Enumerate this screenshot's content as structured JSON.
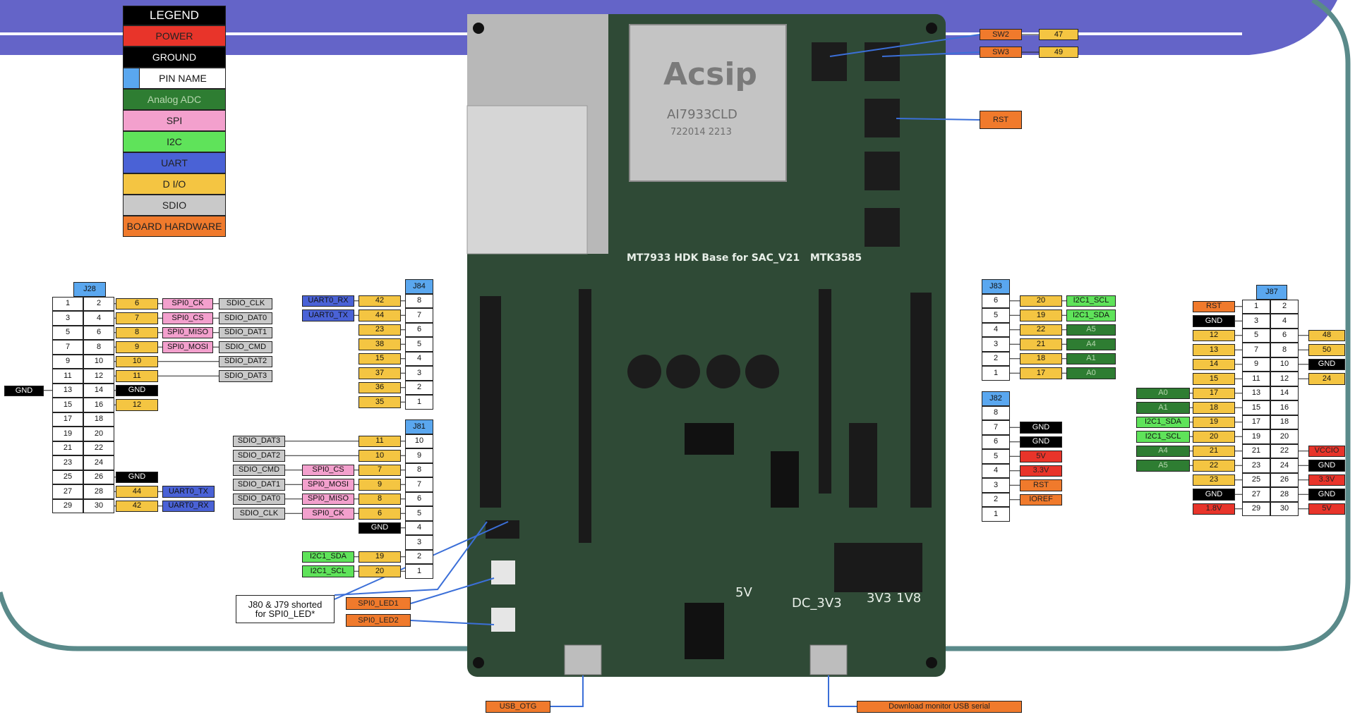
{
  "legend": {
    "title": "LEGEND",
    "items": [
      {
        "label": "POWER",
        "bg": "#e8342a",
        "fg": "#222222"
      },
      {
        "label": "GROUND",
        "bg": "#000000",
        "fg": "#ffffff"
      },
      {
        "label": "PIN NAME",
        "bg": "#ffffff",
        "fg": "#111111",
        "swatch": "#5aa7ef"
      },
      {
        "label": "Analog ADC",
        "bg": "#2e7d32",
        "fg": "#b8d8b0"
      },
      {
        "label": "SPI",
        "bg": "#f3a0cd",
        "fg": "#222222"
      },
      {
        "label": "I2C",
        "bg": "#5fe35a",
        "fg": "#222222"
      },
      {
        "label": "UART",
        "bg": "#4a62d6",
        "fg": "#222222"
      },
      {
        "label": "D I/O",
        "bg": "#f4c542",
        "fg": "#222222"
      },
      {
        "label": "SDIO",
        "bg": "#c9c9c9",
        "fg": "#222222"
      },
      {
        "label": "BOARD HARDWARE",
        "bg": "#f07a2c",
        "fg": "#222222"
      }
    ]
  },
  "colors": {
    "power": "#e8342a",
    "ground": "#000000",
    "pin": "#ffffff",
    "pin_header": "#5aa7ef",
    "adc": "#2e7d32",
    "spi": "#f3a0cd",
    "i2c": "#5fe35a",
    "uart": "#4a62d6",
    "dio": "#f4c542",
    "sdio": "#c9c9c9",
    "hw": "#f07a2c",
    "banner": "#6464c8",
    "frame": "#5a8a8a",
    "pcb": "#2f4a36"
  },
  "board": {
    "brand": "Acsip",
    "module": "AI7933CLD",
    "module_code": "722014  2213",
    "title": "MT7933 HDK Base for SAC_V21   MTK3585",
    "power_labels": [
      "5V",
      "DC_3V3",
      "3V3",
      "1V8"
    ]
  },
  "headers": {
    "J28": {
      "title": "J28",
      "pins": [
        [
          "1",
          "2"
        ],
        [
          "3",
          "4"
        ],
        [
          "5",
          "6"
        ],
        [
          "7",
          "8"
        ],
        [
          "9",
          "10"
        ],
        [
          "11",
          "12"
        ],
        [
          "13",
          "14"
        ],
        [
          "15",
          "16"
        ],
        [
          "17",
          "18"
        ],
        [
          "19",
          "20"
        ],
        [
          "21",
          "22"
        ],
        [
          "23",
          "24"
        ],
        [
          "25",
          "26"
        ],
        [
          "27",
          "28"
        ],
        [
          "29",
          "30"
        ]
      ],
      "right": [
        {
          "gpio": "6",
          "spi": "SPI0_CK",
          "sdio": "SDIO_CLK"
        },
        {
          "gpio": "7",
          "spi": "SPI0_CS",
          "sdio": "SDIO_DAT0"
        },
        {
          "gpio": "8",
          "spi": "SPI0_MISO",
          "sdio": "SDIO_DAT1"
        },
        {
          "gpio": "9",
          "spi": "SPI0_MOSI",
          "sdio": "SDIO_CMD"
        },
        {
          "gpio": "10",
          "sdio": "SDIO_DAT2"
        },
        {
          "gpio": "11",
          "sdio": "SDIO_DAT3"
        },
        {
          "gnd": "GND"
        },
        {
          "gpio": "12"
        },
        {},
        {},
        {},
        {},
        {
          "gnd": "GND"
        },
        {
          "gpio": "44",
          "uart": "UART0_TX"
        },
        {
          "gpio": "42",
          "uart": "UART0_RX"
        }
      ],
      "left_gnd": "GND"
    },
    "J84": {
      "title": "J84",
      "pins": [
        "8",
        "7",
        "6",
        "5",
        "4",
        "3",
        "2",
        "1"
      ],
      "left": [
        {
          "uart": "UART0_RX",
          "gpio": "42"
        },
        {
          "uart": "UART0_TX",
          "gpio": "44"
        },
        {
          "gpio": "23"
        },
        {
          "gpio": "38"
        },
        {
          "gpio": "15"
        },
        {
          "gpio": "37"
        },
        {
          "gpio": "36"
        },
        {
          "gpio": "35"
        }
      ]
    },
    "J81": {
      "title": "J81",
      "pins": [
        "10",
        "9",
        "8",
        "7",
        "6",
        "5",
        "4",
        "3",
        "2",
        "1"
      ],
      "left": [
        {
          "sdio": "SDIO_DAT3",
          "gpio": "11"
        },
        {
          "sdio": "SDIO_DAT2",
          "gpio": "10"
        },
        {
          "sdio": "SDIO_CMD",
          "spi": "SPI0_CS",
          "gpio": "7"
        },
        {
          "sdio": "SDIO_DAT1",
          "spi": "SPI0_MOSI",
          "gpio": "9"
        },
        {
          "sdio": "SDIO_DAT0",
          "spi": "SPI0_MISO",
          "gpio": "8"
        },
        {
          "sdio": "SDIO_CLK",
          "spi": "SPI0_CK",
          "gpio": "6"
        },
        {
          "gnd": "GND"
        },
        {},
        {
          "i2c": "I2C1_SDA",
          "gpio": "19"
        },
        {
          "i2c": "I2C1_SCL",
          "gpio": "20"
        }
      ]
    },
    "J83": {
      "title": "J83",
      "pins": [
        "6",
        "5",
        "4",
        "3",
        "2",
        "1"
      ],
      "right": [
        {
          "gpio": "20",
          "i2c": "I2C1_SCL"
        },
        {
          "gpio": "19",
          "i2c": "I2C1_SDA"
        },
        {
          "gpio": "22",
          "adc": "A5"
        },
        {
          "gpio": "21",
          "adc": "A4"
        },
        {
          "gpio": "18",
          "adc": "A1"
        },
        {
          "gpio": "17",
          "adc": "A0"
        }
      ]
    },
    "J82": {
      "title": "J82",
      "pins": [
        "8",
        "7",
        "6",
        "5",
        "4",
        "3",
        "2",
        "1"
      ],
      "right": [
        {},
        {
          "gnd": "GND"
        },
        {
          "gnd": "GND"
        },
        {
          "power": "5V"
        },
        {
          "power": "3.3V"
        },
        {
          "hw": "RST"
        },
        {
          "hw": "IOREF"
        },
        {}
      ]
    },
    "J87": {
      "title": "J87",
      "pins": [
        [
          "1",
          "2"
        ],
        [
          "3",
          "4"
        ],
        [
          "5",
          "6"
        ],
        [
          "7",
          "8"
        ],
        [
          "9",
          "10"
        ],
        [
          "11",
          "12"
        ],
        [
          "13",
          "14"
        ],
        [
          "15",
          "16"
        ],
        [
          "17",
          "18"
        ],
        [
          "19",
          "20"
        ],
        [
          "21",
          "22"
        ],
        [
          "23",
          "24"
        ],
        [
          "25",
          "26"
        ],
        [
          "27",
          "28"
        ],
        [
          "29",
          "30"
        ]
      ],
      "left": [
        {
          "hw": "RST"
        },
        {
          "gnd": "GND"
        },
        {
          "gpio": "12"
        },
        {
          "gpio": "13"
        },
        {
          "gpio": "14"
        },
        {
          "gpio": "15"
        },
        {
          "adc": "A0",
          "gpio": "17"
        },
        {
          "adc": "A1",
          "gpio": "18"
        },
        {
          "i2c": "I2C1_SDA",
          "gpio": "19"
        },
        {
          "i2c": "I2C1_SCL",
          "gpio": "20"
        },
        {
          "adc": "A4",
          "gpio": "21"
        },
        {
          "adc": "A5",
          "gpio": "22"
        },
        {
          "gpio": "23"
        },
        {
          "gnd": "GND"
        },
        {
          "power": "1.8V"
        }
      ],
      "right": [
        {},
        {},
        {
          "gpio": "48"
        },
        {
          "gpio": "50"
        },
        {
          "gnd": "GND"
        },
        {
          "gpio": "24"
        },
        {},
        {},
        {},
        {},
        {
          "power": "VCCIO"
        },
        {
          "gnd": "GND"
        },
        {
          "power": "3.3V"
        },
        {
          "gnd": "GND"
        },
        {
          "power": "5V"
        }
      ]
    }
  },
  "buttons": {
    "sw2": {
      "label": "SW2",
      "gpio": "47"
    },
    "sw3": {
      "label": "SW3",
      "gpio": "49"
    },
    "rst": {
      "label": "RST"
    }
  },
  "notes": {
    "shorted": "J80 & J79 shorted for SPI0_LED*",
    "led1": "SPI0_LED1",
    "led2": "SPI0_LED2",
    "usb_otg": "USB_OTG",
    "download": "Download monitor USB serial"
  }
}
